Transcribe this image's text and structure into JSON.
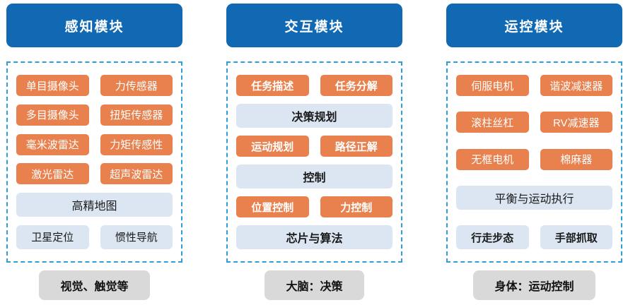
{
  "colors": {
    "header": "#1169B4",
    "orange": "#E8814D",
    "light": "#DCE6F2",
    "gray": "#D9D9D9",
    "dash": "#2F9FDA",
    "ink": "#1A1A1A",
    "bg": "#FFFFFF"
  },
  "columns": [
    {
      "title": "感知模块",
      "footer": "视觉、触觉等",
      "rows": [
        {
          "type": "pair",
          "style": "orange",
          "bold": false,
          "items": [
            "单目摄像头",
            "力传感器"
          ]
        },
        {
          "type": "pair",
          "style": "orange",
          "bold": false,
          "items": [
            "多目摄像头",
            "扭矩传感器"
          ]
        },
        {
          "type": "pair",
          "style": "orange",
          "bold": false,
          "items": [
            "毫米波雷达",
            "力矩传感性"
          ]
        },
        {
          "type": "pair",
          "style": "orange",
          "bold": false,
          "items": [
            "激光雷达",
            "超声波雷达"
          ]
        },
        {
          "type": "full",
          "style": "light",
          "bold": false,
          "items": [
            "高精地图"
          ]
        },
        {
          "type": "pair",
          "style": "light",
          "bold": false,
          "items": [
            "卫星定位",
            "惯性导航"
          ]
        }
      ]
    },
    {
      "title": "交互模块",
      "footer": "大脑：决策",
      "rows": [
        {
          "type": "pair",
          "style": "orange",
          "bold": true,
          "items": [
            "任务描述",
            "任务分解"
          ]
        },
        {
          "type": "full",
          "style": "light",
          "bold": true,
          "items": [
            "决策规划"
          ]
        },
        {
          "type": "pair",
          "style": "orange",
          "bold": true,
          "items": [
            "运动规划",
            "路径正解"
          ]
        },
        {
          "type": "full",
          "style": "light",
          "bold": true,
          "items": [
            "控制"
          ]
        },
        {
          "type": "pair",
          "style": "orange",
          "bold": true,
          "items": [
            "位置控制",
            "力控制"
          ]
        },
        {
          "type": "full",
          "style": "light",
          "bold": true,
          "items": [
            "芯片与算法"
          ]
        }
      ]
    },
    {
      "title": "运控模块",
      "footer": "身体：运动控制",
      "rows": [
        {
          "type": "pair",
          "style": "orange",
          "bold": false,
          "items": [
            "伺服电机",
            "谐波减速器"
          ]
        },
        {
          "type": "pair",
          "style": "orange",
          "bold": false,
          "items": [
            "滚柱丝杠",
            "RV减速器"
          ]
        },
        {
          "type": "pair",
          "style": "orange",
          "bold": false,
          "items": [
            "无框电机",
            "棉麻器"
          ]
        },
        {
          "type": "full",
          "style": "light",
          "bold": false,
          "items": [
            "平衡与运动执行"
          ]
        },
        {
          "type": "pair",
          "style": "light",
          "bold": true,
          "items": [
            "行走步态",
            "手部抓取"
          ]
        }
      ]
    }
  ]
}
